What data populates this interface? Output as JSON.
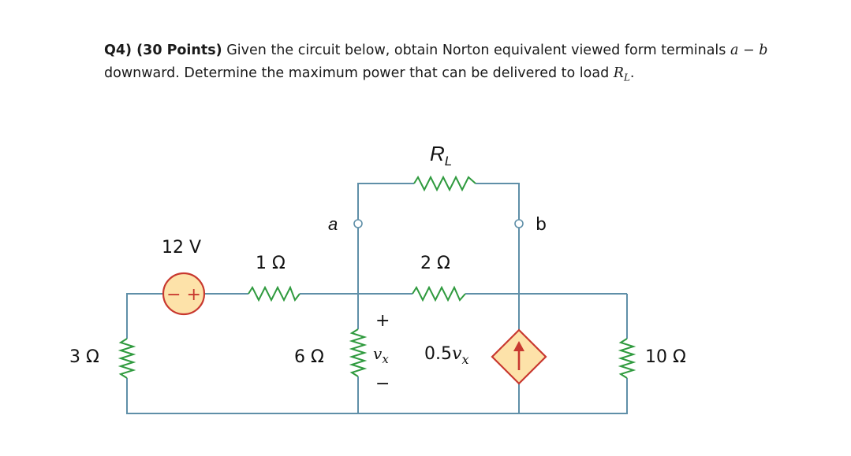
{
  "question": {
    "label": "Q4) (30 Points)",
    "text_part1": " Given the circuit below, obtain Norton equivalent viewed form terminals ",
    "terminals": "a − b",
    "text_part2": "downward.  Determine the maximum power that can be delivered to load ",
    "load_symbol": "R",
    "load_sub": "L",
    "end": "."
  },
  "circuit": {
    "load_label": "R",
    "load_sub": "L",
    "terminal_a": "a",
    "terminal_b": "b",
    "source_label": "12 V",
    "r1_label": "1 Ω",
    "r2_label": "2 Ω",
    "r3_label": "3 Ω",
    "r6_label": "6 Ω",
    "r10_label": "10 Ω",
    "vx_plus": "+",
    "vx_minus": "−",
    "vx_label": "v",
    "vx_sub": "x",
    "dep_coeff": "0.5",
    "dep_var": "v",
    "dep_sub": "x",
    "source_sign": "− +"
  },
  "colors": {
    "wire": "#5f8fa8",
    "resistor": "#2f9a3e",
    "source_fill": "#fde2a9",
    "source_stroke": "#c8382f"
  }
}
